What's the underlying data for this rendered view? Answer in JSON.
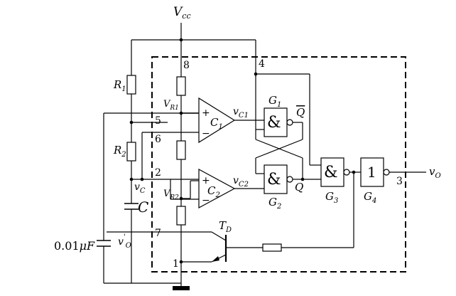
{
  "supply": {
    "name": "V",
    "sub": "cc"
  },
  "resistors": {
    "r1": {
      "name": "R",
      "sub": "1"
    },
    "r2": {
      "name": "R",
      "sub": "2"
    }
  },
  "references": {
    "vr1": {
      "name": "V",
      "sub": "R1"
    },
    "vr2": {
      "name": "V",
      "sub": "R2"
    }
  },
  "comparators": {
    "c1": {
      "name": "C",
      "sub": "1",
      "plus": "+",
      "minus": "−"
    },
    "c2": {
      "name": "C",
      "sub": "2",
      "plus": "+",
      "minus": "−"
    }
  },
  "comparator_outputs": {
    "vc1": {
      "name": "v",
      "sub": "C1"
    },
    "vc2": {
      "name": "v",
      "sub": "C2"
    }
  },
  "gates": {
    "g1": {
      "name": "G",
      "sub": "1",
      "symbol": "&",
      "output": "Q"
    },
    "g2": {
      "name": "G",
      "sub": "2",
      "symbol": "&",
      "output": "Q"
    },
    "g3": {
      "name": "G",
      "sub": "3",
      "symbol": "&"
    },
    "g4": {
      "name": "G",
      "sub": "4",
      "symbol": "1"
    }
  },
  "transistor": {
    "name": "T",
    "sub": "D"
  },
  "capacitors": {
    "timing": {
      "name": "C"
    },
    "control": {
      "value": "0.01",
      "unit": "μF"
    }
  },
  "node_labels": {
    "vc": {
      "name": "v",
      "sub": "C"
    },
    "vo_prime": {
      "name": "v",
      "sub": "O",
      "prime": "'"
    },
    "vo": {
      "name": "v",
      "sub": "O"
    }
  },
  "pins": {
    "p1": "1",
    "p2": "2",
    "p3": "3",
    "p4": "4",
    "p5": "5",
    "p6": "6",
    "p7": "7",
    "p8": "8"
  }
}
